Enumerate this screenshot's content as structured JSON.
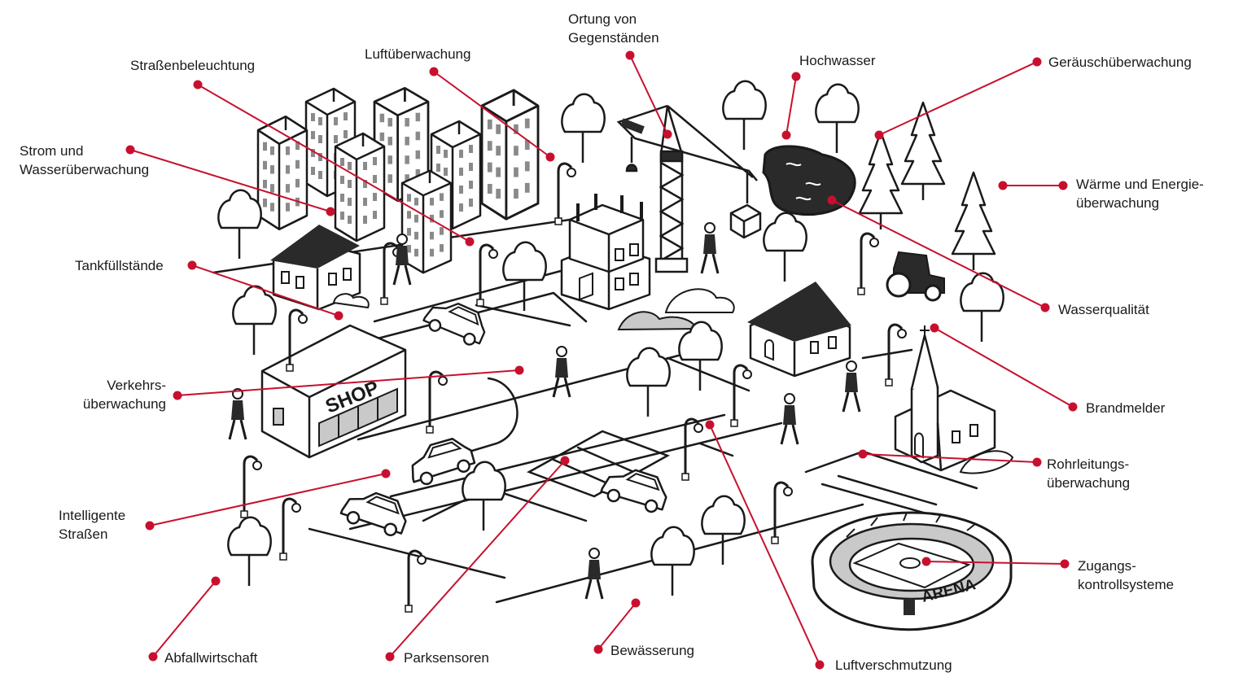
{
  "labels": {
    "strassenbeleuchtung": [
      "Straßenbeleuchtung"
    ],
    "luftueberwachung": [
      "Luftüberwachung"
    ],
    "ortung": [
      "Ortung von",
      "Gegenständen"
    ],
    "hochwasser": [
      "Hochwasser"
    ],
    "geraeusch": [
      "Geräuschüberwachung"
    ],
    "strom": [
      "Strom und",
      "Wasserüberwachung"
    ],
    "waerme": [
      "Wärme und Energie-",
      "überwachung"
    ],
    "tank": [
      "Tankfüllstände"
    ],
    "wasserqualitaet": [
      "Wasserqualität"
    ],
    "verkehr": [
      "Verkehrs-",
      "überwachung"
    ],
    "brandmelder": [
      "Brandmelder"
    ],
    "rohrleitung": [
      "Rohrleitungs-",
      "überwachung"
    ],
    "strassen": [
      "Intelligente",
      "Straßen"
    ],
    "zugang": [
      "Zugangs-",
      "kontrollsysteme"
    ],
    "abfall": [
      "Abfallwirtschaft"
    ],
    "park": [
      "Parksensoren"
    ],
    "bewaesserung": [
      "Bewässerung"
    ],
    "luftverschmutzung": [
      "Luftverschmutzung"
    ]
  },
  "signs": {
    "shop": "SHOP",
    "arena": "ARENA"
  },
  "colors": {
    "accent": "#c8102e",
    "ink": "#1a1a1a",
    "gray_fill": "#c9c9c9",
    "dark_fill": "#2a2a2a"
  }
}
